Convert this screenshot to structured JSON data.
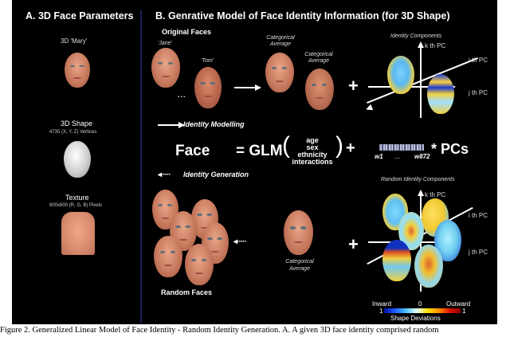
{
  "panel_a": {
    "title": "A. 3D Face Parameters",
    "face_label": "3D 'Mary'",
    "shape_label": "3D Shape",
    "shape_sub": "4735 (X, Y, Z) Vertices",
    "texture_label": "Texture",
    "texture_sub": "800x800 (R, G, B) Pixels"
  },
  "panel_b": {
    "title": "B. Genrative Model of Face Identity Information (for 3D Shape)",
    "original_faces_label": "Original Faces",
    "jane_label": "'Jane'",
    "tom_label": "'Tom'",
    "ellipsis": "...",
    "categorical_average_1": "Categorical Average",
    "categorical_average_2": "Categorical Average",
    "identity_components_label": "Identity Components",
    "axis_k": "k th PC",
    "axis_i": "i th PC",
    "axis_j": "j th PC",
    "identity_modelling": "Identity Modelling",
    "identity_generation": "Identity Generation",
    "formula": {
      "face": "Face",
      "equals_glm": "= GLM",
      "terms": [
        "age",
        "sex",
        "ethnicity",
        "interactions"
      ],
      "plus": "+",
      "w_first": "w1",
      "w_dots": "...",
      "w_last": "w872",
      "times_pcs": "* PCs"
    },
    "random_faces_label": "Random Faces",
    "categorical_average_3": "Categorical Average",
    "random_identity_components_label": "Random Identity Components",
    "colorbar": {
      "left_label": "Inward",
      "center_label": "0",
      "right_label": "Outward",
      "left_value": "1",
      "right_value": "1",
      "title": "Shape Deviations",
      "colors": [
        "#0010a0",
        "#1c5cff",
        "#4cc0ff",
        "#e8ffff",
        "#ffe000",
        "#ff9000",
        "#e01000",
        "#900000"
      ]
    }
  },
  "caption": "Figure 2. Generalized Linear Model of Face Identity - Random Identity Generation.  A. A given 3D face identity comprised random"
}
